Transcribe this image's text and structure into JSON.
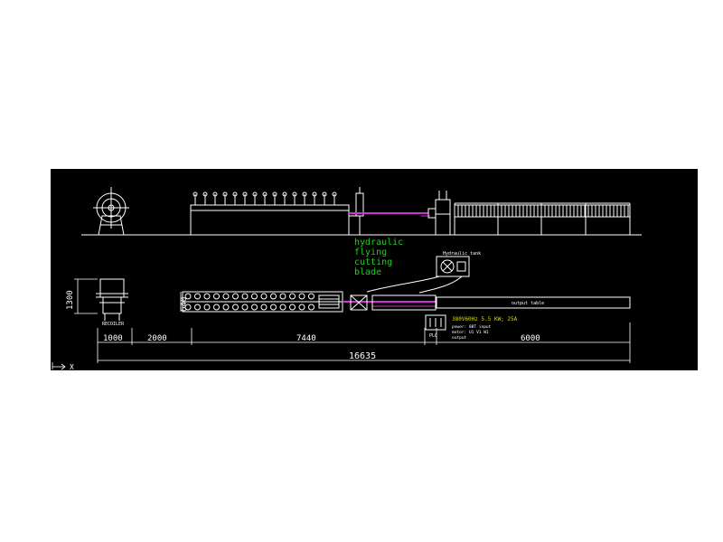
{
  "drawing": {
    "annotation": {
      "lines": [
        "hydraulic",
        "flying",
        "cutting",
        "blade"
      ],
      "color": "#22cc22"
    },
    "hydraulic_tank_label": "Hydraulic tank",
    "recoiler_label": "RECOILER",
    "output_table_label": "output table",
    "specs": {
      "line1": "380V60Hz 5.5 KW; 25A",
      "line2": "power: 88T input",
      "line3": "motor: U1 V1 W1",
      "line4": "output"
    },
    "plc_label": "PLC",
    "dimensions": {
      "recoiler_height": "1300",
      "machine_height": "640",
      "d1": "1000",
      "d2": "2000",
      "d3": "7440",
      "d4": "6000",
      "total": "16635"
    },
    "axis_label": "X",
    "colors": {
      "background": "#000000",
      "lines": "#ffffff",
      "material": "#cc33cc",
      "annotation": "#22cc22",
      "specs": "#dddd00"
    }
  }
}
